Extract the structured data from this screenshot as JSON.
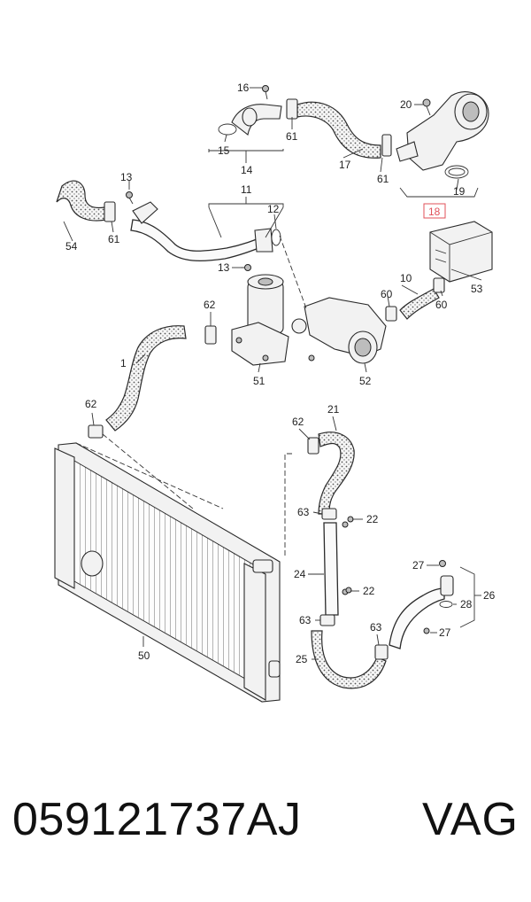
{
  "callouts": {
    "c1": "1",
    "c10": "10",
    "c11": "11",
    "c12": "12",
    "c13a": "13",
    "c13b": "13",
    "c14": "14",
    "c15": "15",
    "c16": "16",
    "c17": "17",
    "c18": "18",
    "c19": "19",
    "c20": "20",
    "c21": "21",
    "c22a": "22",
    "c22b": "22",
    "c24": "24",
    "c25": "25",
    "c26": "26",
    "c27a": "27",
    "c27b": "27",
    "c28": "28",
    "c50": "50",
    "c51": "51",
    "c52": "52",
    "c53": "53",
    "c54": "54",
    "c60a": "60",
    "c60b": "60",
    "c61a": "61",
    "c61b": "61",
    "c61c": "61",
    "c62a": "62",
    "c62b": "62",
    "c62c": "62",
    "c63a": "63",
    "c63b": "63",
    "c63c": "63"
  },
  "highlight_color": "#e0505a",
  "footer": {
    "part_number": "059121737AJ",
    "brand": "VAG"
  }
}
